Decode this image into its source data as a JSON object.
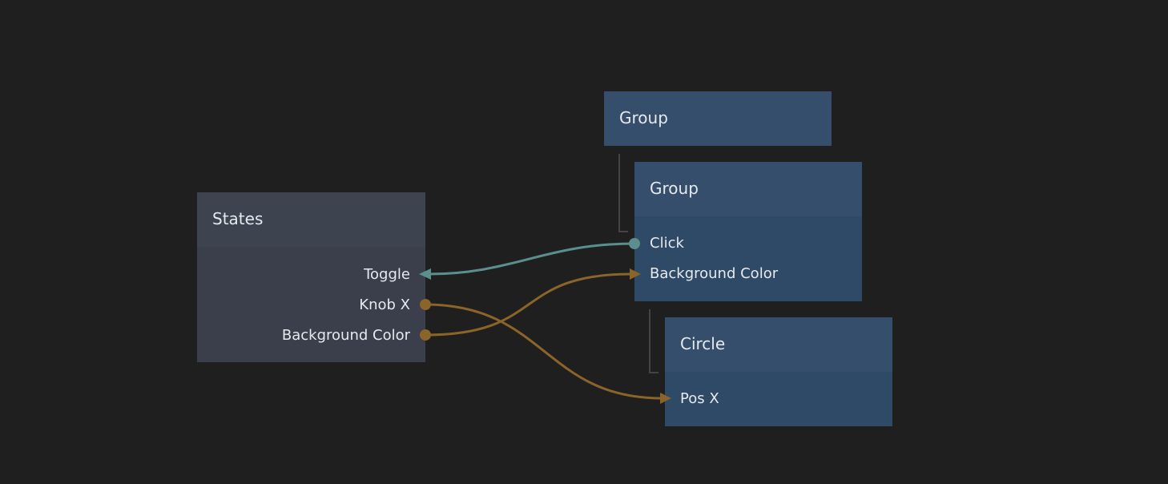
{
  "nodes": {
    "states": {
      "title": "States",
      "ports": [
        "Toggle",
        "Knob X",
        "Background Color"
      ]
    },
    "group_outer": {
      "title": "Group"
    },
    "group_inner": {
      "title": "Group",
      "ports": [
        "Click",
        "Background Color"
      ]
    },
    "circle": {
      "title": "Circle",
      "ports": [
        "Pos X"
      ]
    }
  },
  "colors": {
    "background": "#1f1f1f",
    "signal_wire": "#5a8f8d",
    "value_wire": "#8a6428",
    "component_node": "#2f4a66",
    "logic_node": "#3a3f4b"
  }
}
